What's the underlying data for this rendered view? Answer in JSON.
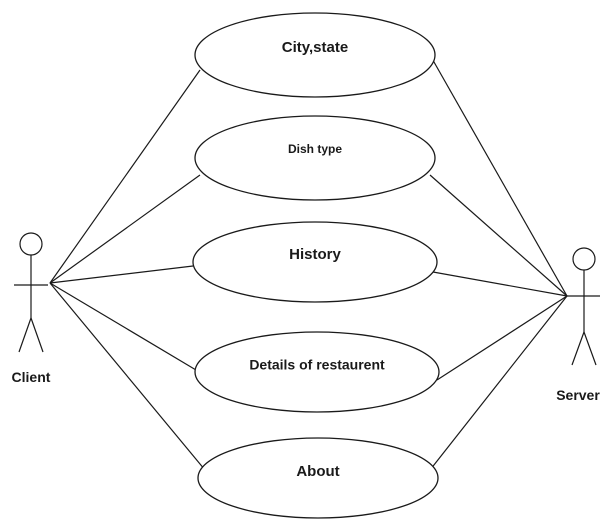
{
  "diagram": {
    "type": "use-case",
    "actors": [
      {
        "id": "client",
        "label": "Client"
      },
      {
        "id": "server",
        "label": "Server"
      }
    ],
    "use_cases": [
      {
        "id": "city-state",
        "label": "City,state"
      },
      {
        "id": "dish-type",
        "label": "Dish type"
      },
      {
        "id": "history",
        "label": "History"
      },
      {
        "id": "details-of-restaurent",
        "label": "Details of restaurent"
      },
      {
        "id": "about",
        "label": "About"
      }
    ],
    "associations": [
      {
        "from": "client",
        "to": "city-state"
      },
      {
        "from": "client",
        "to": "dish-type"
      },
      {
        "from": "client",
        "to": "history"
      },
      {
        "from": "client",
        "to": "details-of-restaurent"
      },
      {
        "from": "client",
        "to": "about"
      },
      {
        "from": "server",
        "to": "city-state"
      },
      {
        "from": "server",
        "to": "dish-type"
      },
      {
        "from": "server",
        "to": "history"
      },
      {
        "from": "server",
        "to": "details-of-restaurent"
      },
      {
        "from": "server",
        "to": "about"
      }
    ]
  },
  "colors": {
    "stroke": "#1a1a1a",
    "background": "#ffffff"
  }
}
